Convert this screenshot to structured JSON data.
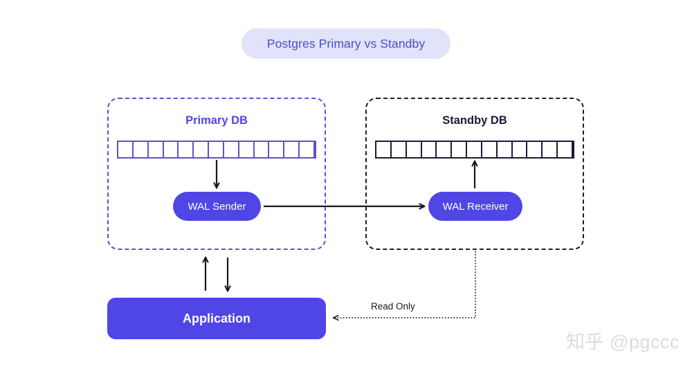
{
  "diagram": {
    "title": "Postgres Primary vs Standby",
    "colors": {
      "accent_purple": "#4f46e5",
      "primary_border": "#5b52d4",
      "standby_border": "#1b1b38",
      "title_pill_bg": "#e0e3f9",
      "title_text": "#4b4ec4",
      "connector": "#17171f",
      "canvas_bg": "#ffffff",
      "watermark": "#dcdcdc"
    },
    "primary": {
      "heading": "Primary DB",
      "wal_segment_count": 13,
      "process_label": "WAL Sender"
    },
    "standby": {
      "heading": "Standby DB",
      "wal_segment_count": 13,
      "process_label": "WAL Receiver"
    },
    "application": {
      "label": "Application"
    },
    "edges": {
      "read_only_label": "Read Only"
    },
    "watermark": "知乎 @pgccc"
  }
}
